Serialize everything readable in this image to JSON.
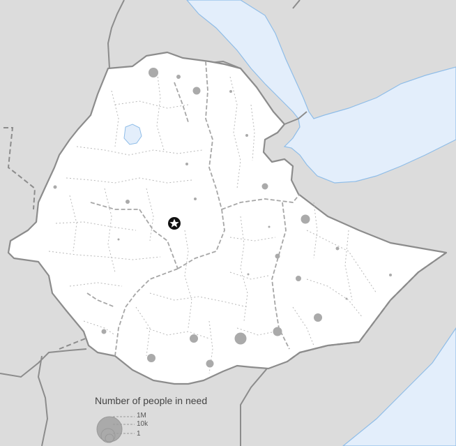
{
  "map": {
    "land_color": "#dcdcdc",
    "sea_color": "#e3eefb",
    "coast_color": "#8fbde8",
    "focus_country_color": "#ffffff",
    "focus_border_color": "#8c8c8c",
    "admin_boundary_color": "#a6a6a6",
    "bubble_color": "#aaaaaa",
    "capital_marker_icon": "star-icon"
  },
  "legend": {
    "title": "Number of people in need",
    "items": [
      {
        "label": "1M"
      },
      {
        "label": "10k"
      },
      {
        "label": "1"
      }
    ]
  }
}
